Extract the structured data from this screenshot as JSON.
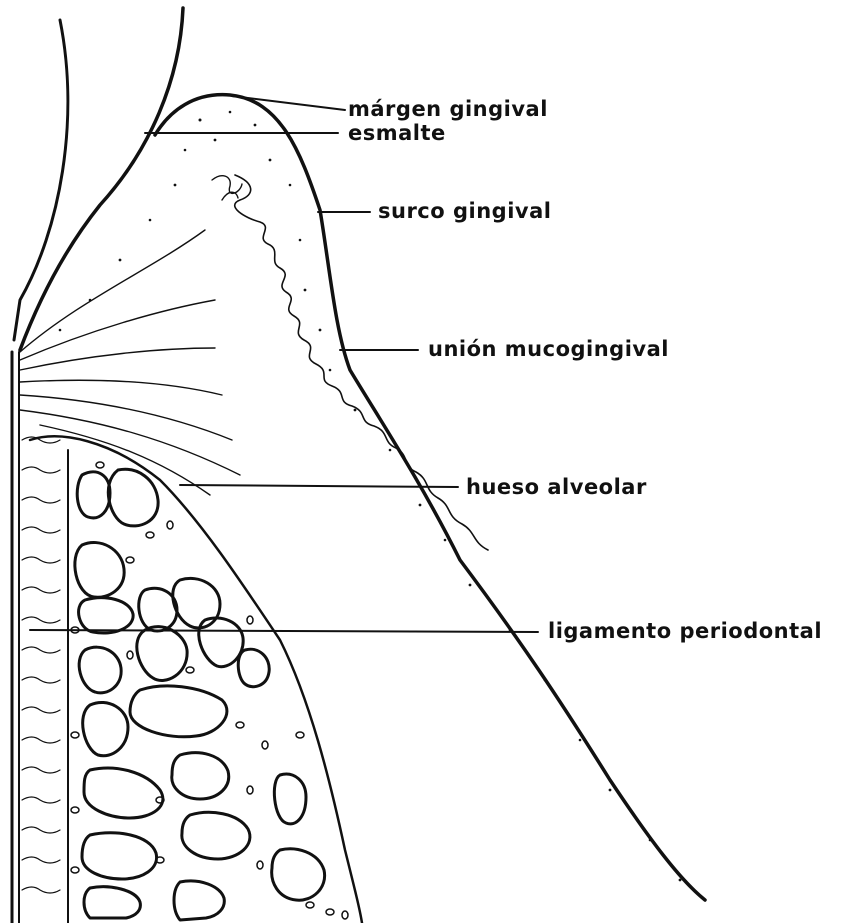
{
  "diagram": {
    "labels": {
      "margen": "márgen gingival",
      "esmalte": "esmalte",
      "surco": "surco gingival",
      "union": "unión mucogingival",
      "hueso": "hueso alveolar",
      "ligamento": "ligamento periodontal"
    },
    "ink_color": "#111111",
    "background": "#ffffff"
  }
}
